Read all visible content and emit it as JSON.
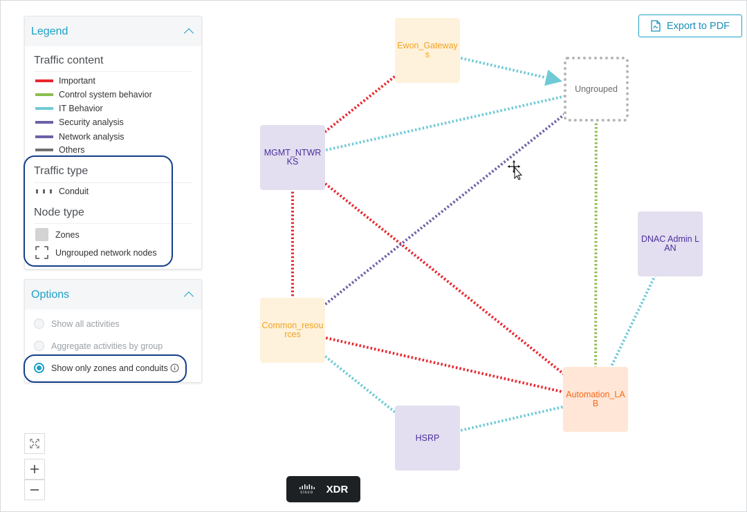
{
  "export_button": {
    "label": "Export to PDF",
    "icon": "pdf-file-icon"
  },
  "legend": {
    "title": "Legend",
    "traffic_content": {
      "title": "Traffic content",
      "items": [
        {
          "label": "Important",
          "color": "#e8262e"
        },
        {
          "label": "Control system behavior",
          "color": "#8cbd4f"
        },
        {
          "label": "IT Behavior",
          "color": "#6fcad6"
        },
        {
          "label": "Security analysis",
          "color": "#6d5fa8"
        },
        {
          "label": "Network analysis",
          "color": "#6d5fa8"
        },
        {
          "label": "Others",
          "color": "#707070"
        }
      ]
    },
    "traffic_type": {
      "title": "Traffic type",
      "items": [
        {
          "label": "Conduit"
        }
      ]
    },
    "node_type": {
      "title": "Node type",
      "items": [
        {
          "label": "Zones"
        },
        {
          "label": "Ungrouped network nodes"
        }
      ]
    }
  },
  "options": {
    "title": "Options",
    "items": [
      {
        "label": "Show all activities",
        "selected": false,
        "enabled": false
      },
      {
        "label": "Aggregate activities by group",
        "selected": false,
        "enabled": false
      },
      {
        "label": "Show only zones and conduits",
        "selected": true,
        "enabled": true
      }
    ]
  },
  "graph": {
    "nodes": [
      {
        "id": "ewon",
        "label": "Ewon_Gateways",
        "fill": "#fff2dc",
        "text_color": "#f3a21e"
      },
      {
        "id": "ungrouped",
        "label": "Ungrouped",
        "fill": "#ffffff",
        "text_color": "#6b6b6b"
      },
      {
        "id": "mgmt",
        "label": "MGMT_NTWRKS",
        "fill": "#e3def0",
        "text_color": "#4a2f9c"
      },
      {
        "id": "dnac",
        "label": "DNAC Admin LAN",
        "fill": "#e3def0",
        "text_color": "#4a2f9c"
      },
      {
        "id": "common",
        "label": "Common_resources",
        "fill": "#fff2dc",
        "text_color": "#f3a21e"
      },
      {
        "id": "automation",
        "label": "Automation_LAB",
        "fill": "#ffe6d6",
        "text_color": "#f56a1a"
      },
      {
        "id": "hsrp",
        "label": "HSRP",
        "fill": "#e3def0",
        "text_color": "#4a2f9c"
      }
    ],
    "edges": [
      {
        "from": "ewon",
        "to": "ungrouped",
        "type": "IT Behavior",
        "color": "#6fcad6"
      },
      {
        "from": "ewon",
        "to": "mgmt",
        "type": "Important",
        "color": "#e8262e"
      },
      {
        "from": "mgmt",
        "to": "ungrouped",
        "type": "IT Behavior",
        "color": "#6fcad6"
      },
      {
        "from": "mgmt",
        "to": "common",
        "type": "Important",
        "color": "#e8262e"
      },
      {
        "from": "mgmt",
        "to": "automation",
        "type": "Important",
        "color": "#e8262e"
      },
      {
        "from": "common",
        "to": "ungrouped",
        "type": "Network analysis",
        "color": "#6d5fa8"
      },
      {
        "from": "ungrouped",
        "to": "automation",
        "type": "Control system behavior",
        "color": "#8cbd4f"
      },
      {
        "from": "dnac",
        "to": "automation",
        "type": "IT Behavior",
        "color": "#6fcad6"
      },
      {
        "from": "common",
        "to": "automation",
        "type": "Important",
        "color": "#e8262e"
      },
      {
        "from": "common",
        "to": "hsrp",
        "type": "IT Behavior",
        "color": "#6fcad6"
      },
      {
        "from": "hsrp",
        "to": "automation",
        "type": "IT Behavior",
        "color": "#6fcad6"
      }
    ]
  },
  "zoom_controls": {
    "fit_icon": "fit-screen-icon",
    "zoom_in_icon": "plus-icon",
    "zoom_out_icon": "minus-icon"
  },
  "brand": {
    "company": "cisco",
    "product": "XDR"
  }
}
